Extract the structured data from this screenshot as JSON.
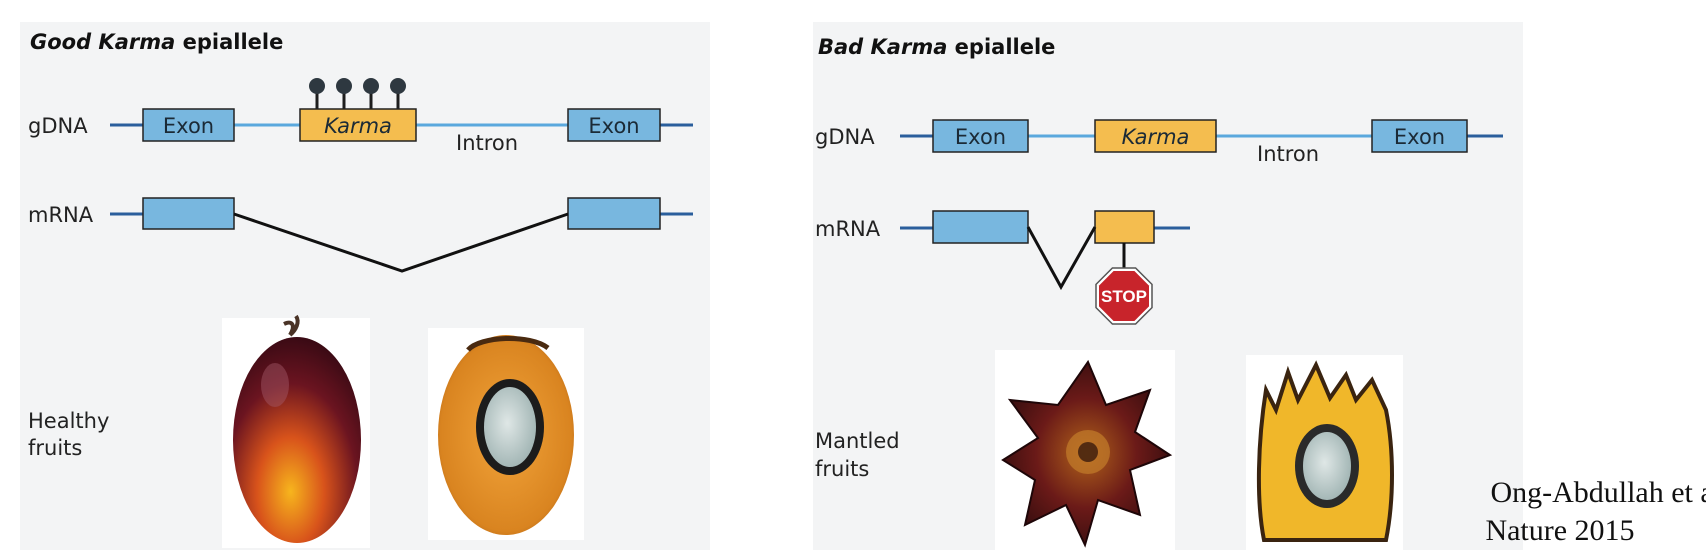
{
  "left_panel": {
    "title_italic": "Good Karma",
    "title_rest": " epiallele",
    "gdna_label": "gDNA",
    "mrna_label": "mRNA",
    "exon1": "Exon",
    "karma": "Karma",
    "exon2": "Exon",
    "intron": "Intron",
    "fruit_label_1": "Healthy",
    "fruit_label_2": "fruits",
    "methylation_marks": 4
  },
  "right_panel": {
    "title_italic": "Bad Karma",
    "title_rest": " epiallele",
    "gdna_label": "gDNA",
    "mrna_label": "mRNA",
    "exon1": "Exon",
    "karma": "Karma",
    "exon2": "Exon",
    "intron": "Intron",
    "stop": "STOP",
    "fruit_label_1": "Mantled",
    "fruit_label_2": "fruits"
  },
  "citation": {
    "line1": "Ong-Abdullah et al.",
    "line2": "Nature 2015"
  },
  "colors": {
    "panel_bg": "#f3f4f5",
    "exon": "#78b7df",
    "karma": "#f4bd4f",
    "line_dark": "#2a5e9c",
    "line_light": "#5aa8dd",
    "stop": "#c8242b"
  }
}
